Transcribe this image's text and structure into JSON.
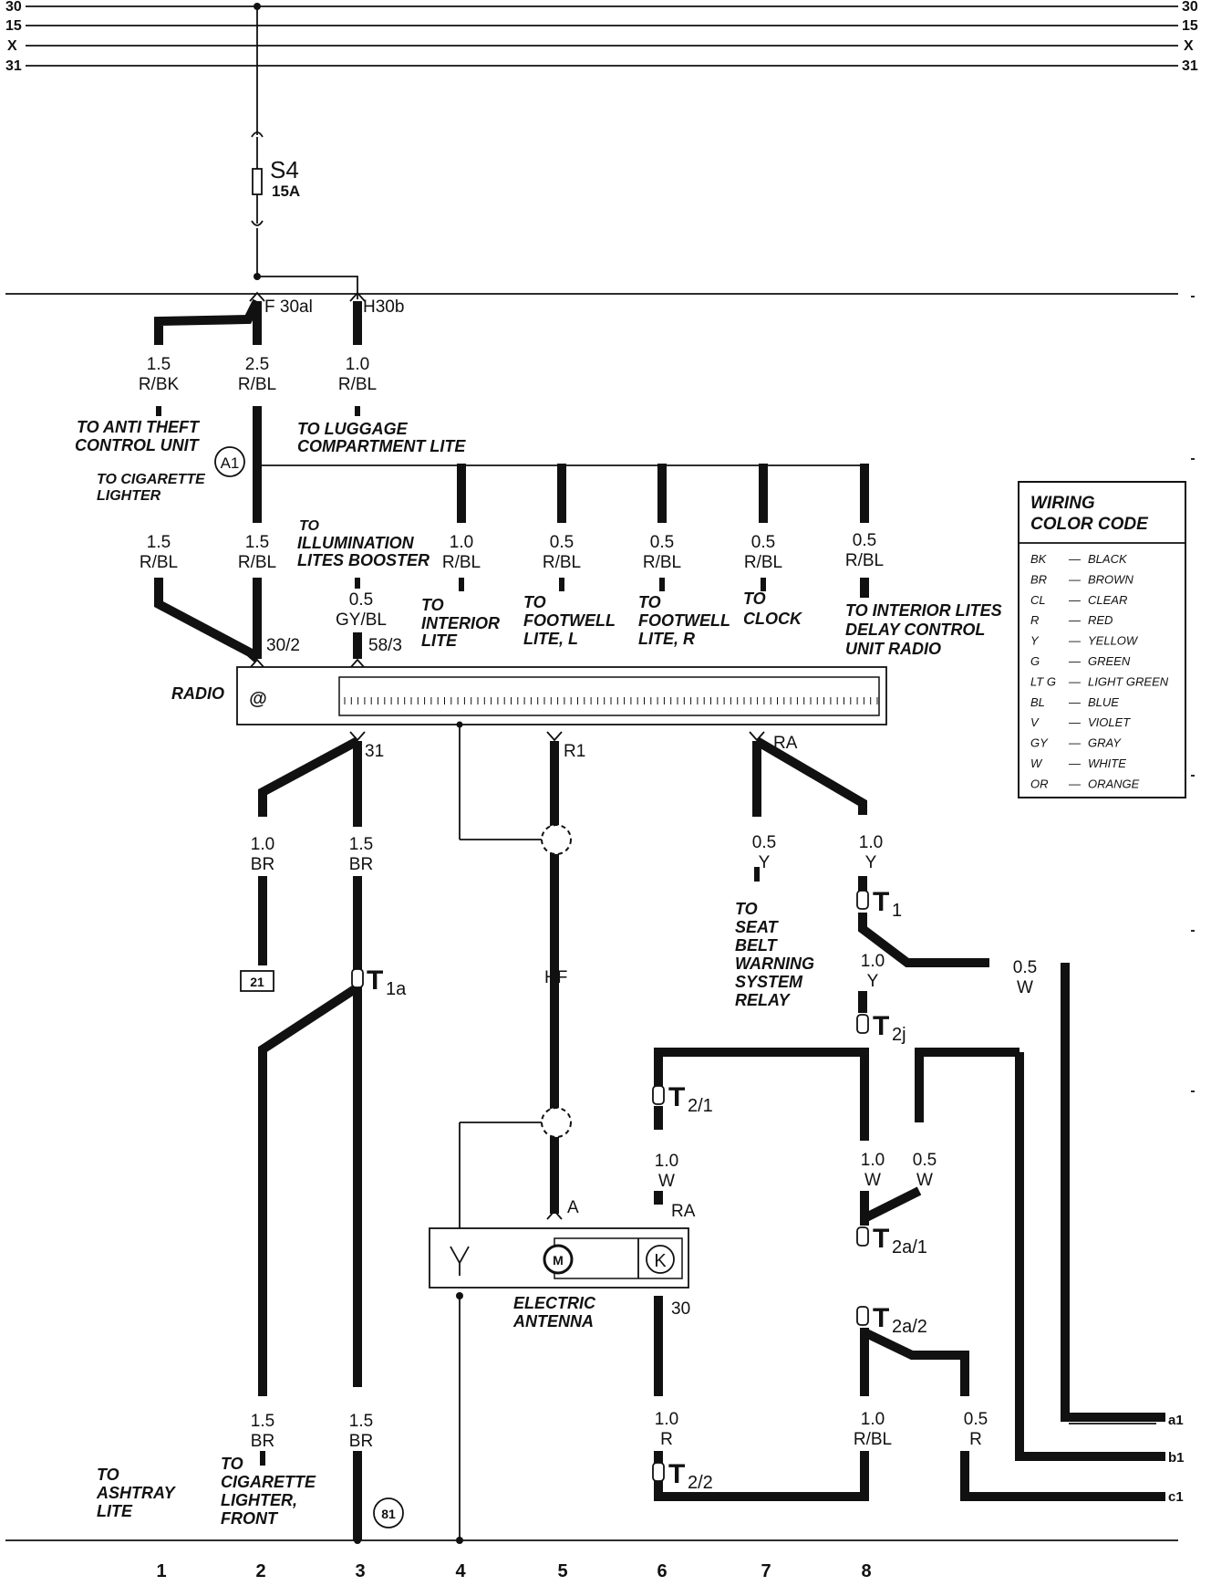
{
  "bus_lines": {
    "left": [
      "30",
      "15",
      "X",
      "31"
    ],
    "right": [
      "30",
      "15",
      "X",
      "31"
    ]
  },
  "fuse": {
    "name": "S4",
    "rating": "15A"
  },
  "terminals": {
    "fuse_panel_f": "F 30al",
    "fuse_panel_h": "H30b",
    "radio_30": "30/2",
    "radio_58": "58/3",
    "radio_31": "31",
    "radio_r1": "R1",
    "radio_ra": "RA",
    "antenna_a": "A",
    "antenna_ra": "RA",
    "antenna_30": "30",
    "hf": "HF"
  },
  "wires": [
    {
      "gauge": "1.5",
      "color": "R/BK"
    },
    {
      "gauge": "2.5",
      "color": "R/BL"
    },
    {
      "gauge": "1.0",
      "color": "R/BL"
    },
    {
      "gauge": "1.5",
      "color": "R/BL"
    },
    {
      "gauge": "1.5",
      "color": "R/BL"
    },
    {
      "gauge": "0.5",
      "color": "GY/BL"
    },
    {
      "gauge": "1.0",
      "color": "R/BL"
    },
    {
      "gauge": "0.5",
      "color": "R/BL"
    },
    {
      "gauge": "0.5",
      "color": "R/BL"
    },
    {
      "gauge": "0.5",
      "color": "R/BL"
    },
    {
      "gauge": "0.5",
      "color": "R/BL"
    },
    {
      "gauge": "1.0",
      "color": "BR"
    },
    {
      "gauge": "1.5",
      "color": "BR"
    },
    {
      "gauge": "0.5",
      "color": "Y"
    },
    {
      "gauge": "1.0",
      "color": "Y"
    },
    {
      "gauge": "1.0",
      "color": "Y"
    },
    {
      "gauge": "0.5",
      "color": "W"
    },
    {
      "gauge": "1.0",
      "color": "W"
    },
    {
      "gauge": "1.0",
      "color": "W"
    },
    {
      "gauge": "0.5",
      "color": "W"
    },
    {
      "gauge": "1.5",
      "color": "BR"
    },
    {
      "gauge": "1.5",
      "color": "BR"
    },
    {
      "gauge": "1.0",
      "color": "R"
    },
    {
      "gauge": "1.0",
      "color": "R/BL"
    },
    {
      "gauge": "0.5",
      "color": "R"
    }
  ],
  "notes": {
    "anti_theft": [
      "TO ANTI THEFT",
      "CONTROL UNIT"
    ],
    "cig_lighter": [
      "TO CIGARETTE",
      "LIGHTER"
    ],
    "luggage": [
      "TO LUGGAGE",
      "COMPARTMENT  LITE"
    ],
    "illumination": [
      "TO",
      "ILLUMINATION",
      "LITES BOOSTER"
    ],
    "interior": [
      "TO",
      "INTERIOR",
      "LITE"
    ],
    "footwell_l": [
      "TO",
      "FOOTWELL",
      "LITE, L"
    ],
    "footwell_r": [
      "TO",
      "FOOTWELL",
      "LITE, R"
    ],
    "clock": [
      "TO",
      "CLOCK"
    ],
    "interior_delay": [
      "TO INTERIOR LITES",
      "DELAY CONTROL",
      "UNIT RADIO"
    ],
    "seat_belt": [
      "TO",
      "SEAT",
      "BELT",
      "WARNING",
      "SYSTEM",
      "RELAY"
    ],
    "ashtray": [
      "TO",
      "ASHTRAY",
      "LITE"
    ],
    "cig_front": [
      "TO",
      "CIGARETTE",
      "LIGHTER,",
      "FRONT"
    ]
  },
  "components": {
    "radio": "RADIO",
    "antenna": [
      "ELECTRIC",
      "ANTENNA"
    ],
    "a1": "A1",
    "ground_21": "21",
    "ground_81": "81",
    "motor": "M",
    "relay": "K"
  },
  "connectors": [
    {
      "main": "T",
      "sub": "1a"
    },
    {
      "main": "T",
      "sub": "1"
    },
    {
      "main": "T",
      "sub": "2j"
    },
    {
      "main": "T",
      "sub": "2/1"
    },
    {
      "main": "T",
      "sub": "2a/1"
    },
    {
      "main": "T",
      "sub": "2a/2"
    },
    {
      "main": "T",
      "sub": "2/2"
    }
  ],
  "outputs": [
    "a1",
    "b1",
    "c1"
  ],
  "columns": [
    "1",
    "2",
    "3",
    "4",
    "5",
    "6",
    "7",
    "8"
  ],
  "color_code": {
    "title": [
      "WIRING",
      "COLOR CODE"
    ],
    "entries": [
      {
        "abbr": "BK",
        "name": "BLACK"
      },
      {
        "abbr": "BR",
        "name": "BROWN"
      },
      {
        "abbr": "CL",
        "name": "CLEAR"
      },
      {
        "abbr": "R",
        "name": "RED"
      },
      {
        "abbr": "Y",
        "name": "YELLOW"
      },
      {
        "abbr": "G",
        "name": "GREEN"
      },
      {
        "abbr": "LT G",
        "name": "LIGHT GREEN"
      },
      {
        "abbr": "BL",
        "name": "BLUE"
      },
      {
        "abbr": "V",
        "name": "VIOLET"
      },
      {
        "abbr": "GY",
        "name": "GRAY"
      },
      {
        "abbr": "W",
        "name": "WHITE"
      },
      {
        "abbr": "OR",
        "name": "ORANGE"
      }
    ]
  }
}
